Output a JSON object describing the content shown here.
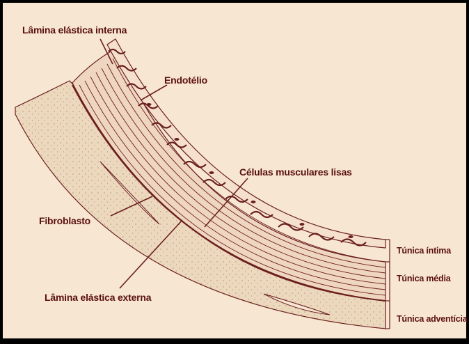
{
  "diagram": {
    "labels": {
      "lamina_elastica_interna": "Lâmina elástica interna",
      "endotelio": "Endotélio",
      "celulas_musculares_lisas": "Células musculares lisas",
      "fibroblasto": "Fibroblasto",
      "lamina_elastica_externa": "Lâmina elástica externa",
      "tunica_intima": "Túnica íntima",
      "tunica_media": "Túnica média",
      "tunica_adventicia": "Túnica adventícia"
    },
    "colors": {
      "background": "#f7e6d2",
      "adventitia": "#ecd8bd",
      "media": "#efd6c0",
      "endothelium": "#f4e0cc",
      "lines": "#6a1e1e",
      "text": "#5a0f10"
    }
  }
}
